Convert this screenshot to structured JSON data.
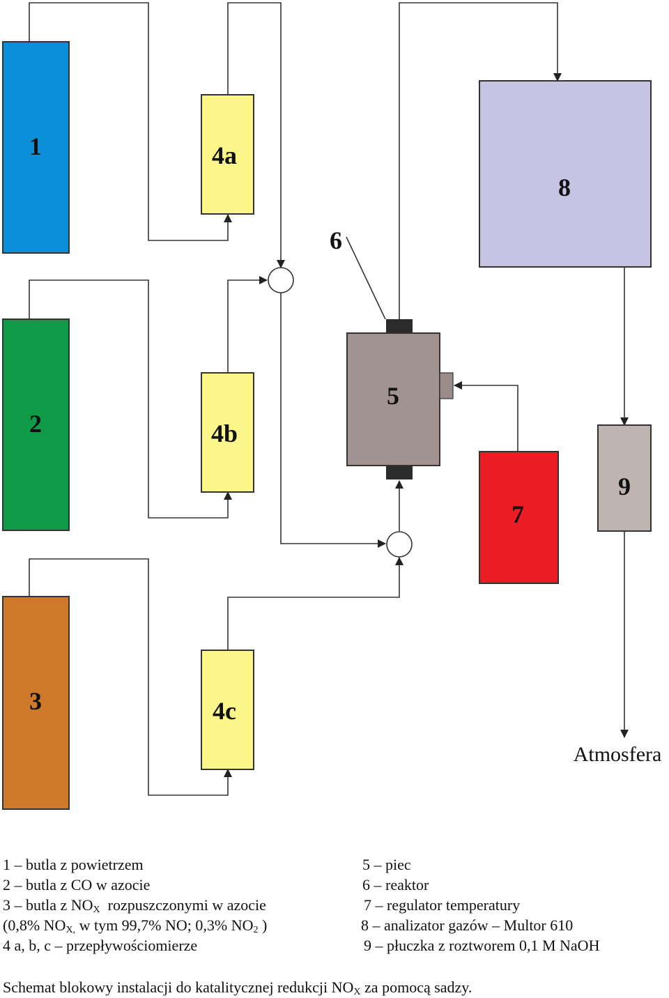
{
  "labels": {
    "b1": "1",
    "b2": "2",
    "b3": "3",
    "b4a": "4a",
    "b4b": "4b",
    "b4c": "4c",
    "b5": "5",
    "b6": "6",
    "b7": "7",
    "b8": "8",
    "b9": "9",
    "atmosfera": "Atmosfera"
  },
  "colors": {
    "cyl1": "#0a8fd8",
    "cyl2": "#0e9a47",
    "cyl3": "#cf7a2a",
    "flowmeter": "#fdf68a",
    "furnace": "#a09391",
    "regulator": "#ec1c24",
    "analyzer": "#c7c3e2",
    "scrubber": "#c1b5b2",
    "connector": "#2b2b2b",
    "port": "#9a8d8b"
  },
  "legend": {
    "l1": "1 – butla z powietrzem",
    "l2": "2 – butla z CO w azocie",
    "l3a": "3 – butla z NO",
    "l3sub": "X",
    "l3b": "  rozpuszczonymi w azocie",
    "l4a": "(0,8% NO",
    "l4sub1": "X,",
    "l4b": " w tym 99,7% NO; 0,3% NO",
    "l4sub2": "2",
    "l4c": " )",
    "l5": "4 a, b, c – przepływościomierze",
    "r1": "5 – piec",
    "r2": "6 – reaktor",
    "r3": "7 – regulator temperatury",
    "r4": "8 – analizator gazów – Multor 610",
    "r5": "9 – płuczka z roztworem  0,1 M NaOH"
  },
  "caption": {
    "a": "Schemat blokowy instalacji do katalitycznej redukcji NO",
    "sub": "X",
    "b": " za pomocą sadzy."
  }
}
